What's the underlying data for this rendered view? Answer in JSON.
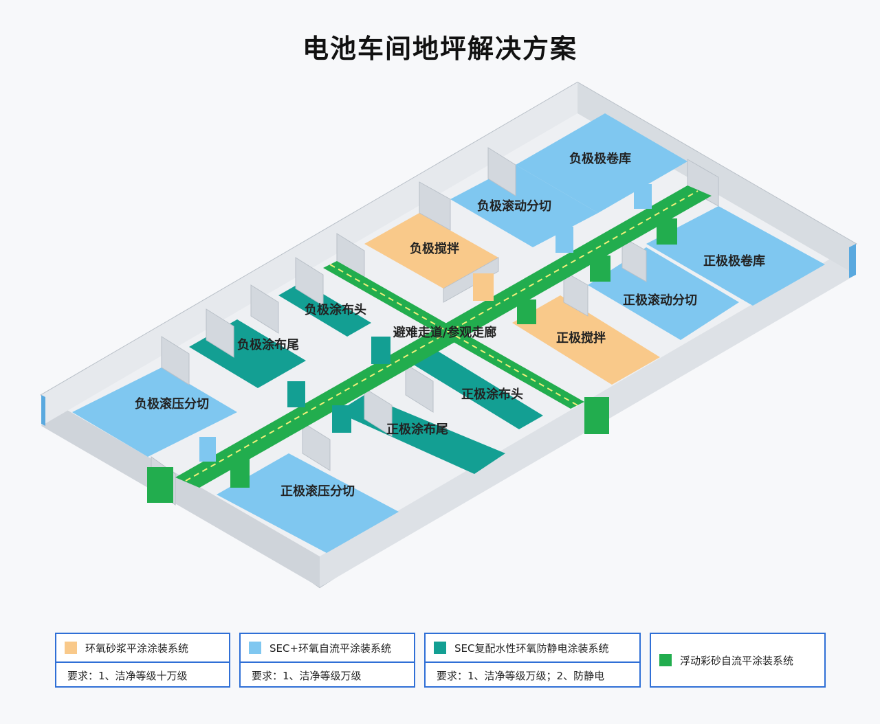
{
  "title": "电池车间地坪解决方案",
  "colors": {
    "orange": "#f9c98a",
    "light_blue": "#7fc7f0",
    "teal": "#139f93",
    "green": "#22ad4e",
    "wall": "#cfd4da",
    "wall_top": "#eef0f3",
    "edge_blue": "#5aa9df"
  },
  "rooms": {
    "neg_roll_store": "负极极卷库",
    "neg_slit": "负极滚动分切",
    "neg_mix": "负极搅拌",
    "pos_roll_store": "正极极卷库",
    "pos_slit": "正极滚动分切",
    "pos_mix": "正极搅拌",
    "neg_coat_head": "负极涂布头",
    "neg_coat_tail": "负极涂布尾",
    "neg_press": "负极滚压分切",
    "corridor": "避难走道/参观走廊",
    "pos_coat_head": "正极涂布头",
    "pos_coat_tail": "正极涂布尾",
    "pos_press": "正极滚压分切"
  },
  "legend": [
    {
      "swatch_icon": "orange-swatch",
      "color": "#f9c98a",
      "name": "环氧砂浆平涂涂装系统",
      "requirement": "要求：1、洁净等级十万级"
    },
    {
      "swatch_icon": "light-blue-swatch",
      "color": "#7fc7f0",
      "name": "SEC+环氧自流平涂装系统",
      "requirement": "要求：1、洁净等级万级"
    },
    {
      "swatch_icon": "teal-swatch",
      "color": "#139f93",
      "name": "SEC复配水性环氧防静电涂装系统",
      "requirement": "要求：1、洁净等级万级；2、防静电"
    },
    {
      "swatch_icon": "green-swatch",
      "color": "#22ad4e",
      "name": "浮动彩砂自流平涂装系统"
    }
  ]
}
